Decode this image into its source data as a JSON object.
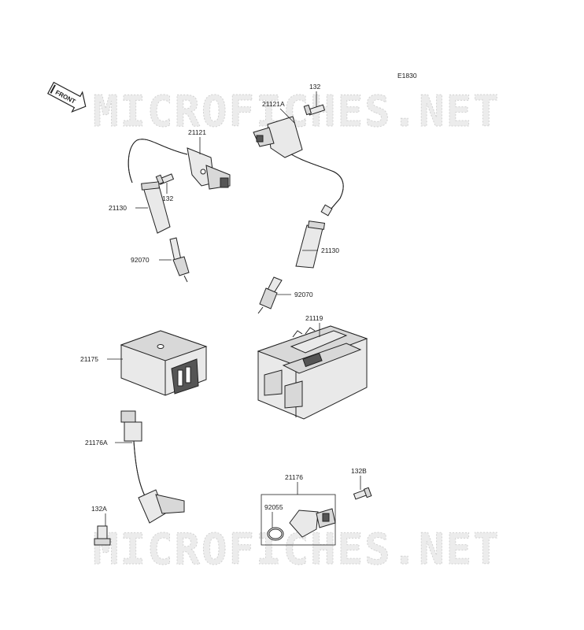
{
  "diagram_code": "E1830",
  "watermark": "MICROFICHES.NET",
  "front_arrow_label": "FRONT",
  "parts": {
    "p132_top": "132",
    "p21121A": "21121A",
    "p21121": "21121",
    "p132_left": "132",
    "p21130_left": "21130",
    "p21130_right": "21130",
    "p92070_left": "92070",
    "p92070_right": "92070",
    "p21119": "21119",
    "p21175": "21175",
    "p21176A": "21176A",
    "p132A": "132A",
    "p21176": "21176",
    "p132B": "132B",
    "p92055": "92055"
  }
}
